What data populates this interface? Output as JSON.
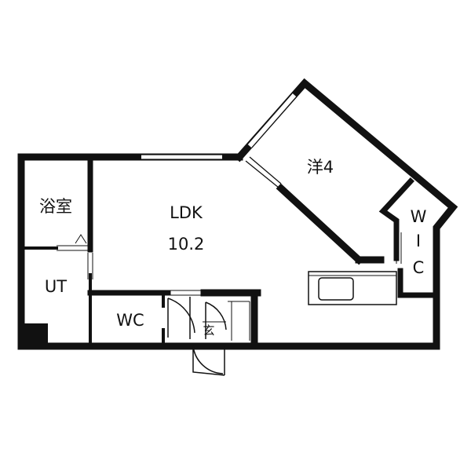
{
  "rooms": {
    "bath": "浴室",
    "ut": "UT",
    "ldk_name": "LDK",
    "ldk_size": "10.2",
    "wc": "WC",
    "western_room": "洋4",
    "wic_w": "W",
    "wic_i": "I",
    "wic_c": "C",
    "entrance": "玄"
  },
  "colors": {
    "wall": "#111111",
    "background": "#ffffff"
  }
}
